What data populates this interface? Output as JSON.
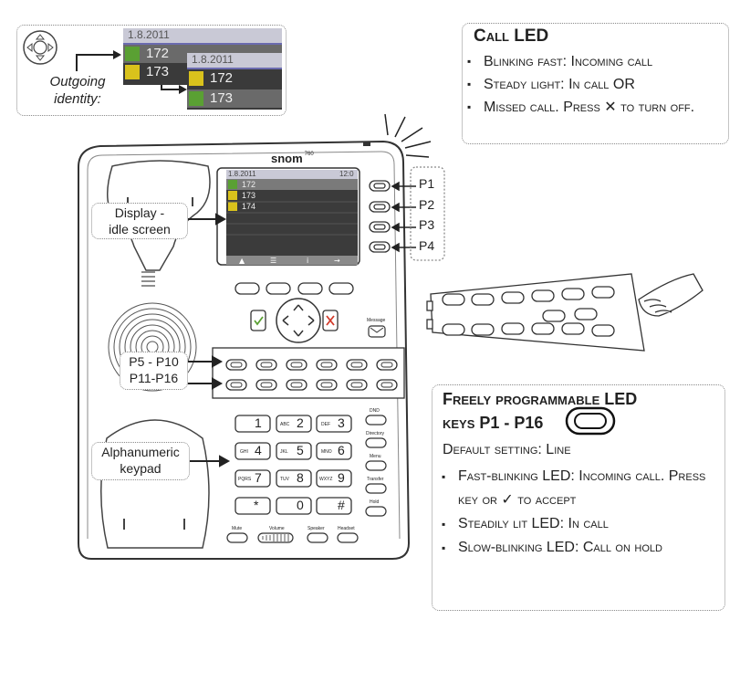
{
  "identity": {
    "label_line1": "Outgoing",
    "label_line2": "identity:",
    "screen_a": {
      "date": "1.8.2011",
      "lines": [
        "172",
        "173"
      ]
    },
    "screen_b": {
      "date": "1.8.2011",
      "lines": [
        "172",
        "173"
      ]
    }
  },
  "call_led": {
    "title": "Call LED",
    "items": [
      "Blinking fast: Incoming call",
      "Steady light: In call OR",
      "Missed call. Press ✕ to turn off."
    ]
  },
  "phone": {
    "brand": "snom",
    "model": "760",
    "display": {
      "date": "1.8.2011",
      "time": "12:0",
      "lines": [
        "172",
        "173",
        "174"
      ]
    },
    "side_keys": [
      "P1",
      "P2",
      "P3",
      "P4"
    ],
    "message_label": "Message",
    "right_labels": [
      "DND",
      "Directory",
      "Menu",
      "Transfer",
      "Hold"
    ],
    "bottom_labels": [
      "Mute",
      "Volume",
      "Speaker",
      "Headset"
    ],
    "keypad": [
      {
        "digit": "1",
        "letters": ""
      },
      {
        "digit": "2",
        "letters": "ABC"
      },
      {
        "digit": "3",
        "letters": "DEF"
      },
      {
        "digit": "4",
        "letters": "GHI"
      },
      {
        "digit": "5",
        "letters": "JKL"
      },
      {
        "digit": "6",
        "letters": "MNO"
      },
      {
        "digit": "7",
        "letters": "PQRS"
      },
      {
        "digit": "8",
        "letters": "TUV"
      },
      {
        "digit": "9",
        "letters": "WXYZ"
      },
      {
        "digit": "*",
        "letters": ""
      },
      {
        "digit": "0",
        "letters": ""
      },
      {
        "digit": "#",
        "letters": ""
      }
    ]
  },
  "callouts": {
    "display": [
      "Display -",
      "idle screen"
    ],
    "p5_p10": "P5 - P10",
    "p11_p16": "P11-P16",
    "keypad": [
      "Alphanumeric",
      "keypad"
    ]
  },
  "freely": {
    "title_line1": "Freely programmable LED",
    "title_line2": "keys P1 - P16",
    "default": "Default setting: Line",
    "items": [
      "Fast-blinking LED: Incoming call. Press key or ✓ to accept",
      "Steadily lit LED: In call",
      "Slow-blinking LED: Call on hold"
    ]
  },
  "colors": {
    "led_green": "#5aa033",
    "led_yellow": "#d9c21c",
    "screen_bg": "#3b3b3b",
    "reject_red": "#d23a2a"
  }
}
